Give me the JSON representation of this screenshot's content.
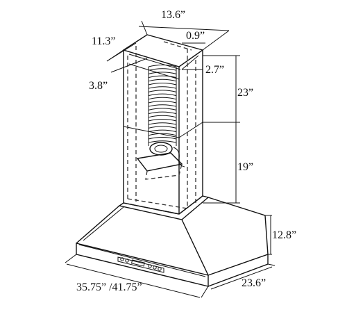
{
  "dimensions": {
    "chimney_width": "13.6”",
    "chimney_depth": "11.3”",
    "wall_offset": "0.9”",
    "top_inset": "2.7”",
    "side_inset": "3.8”",
    "upper_chimney_height": "23”",
    "lower_chimney_height": "19”",
    "hood_height": "12.8”",
    "hood_width": "35.75” /41.75”",
    "hood_depth": "23.6”"
  },
  "colors": {
    "line": "#111111",
    "background": "#ffffff"
  }
}
